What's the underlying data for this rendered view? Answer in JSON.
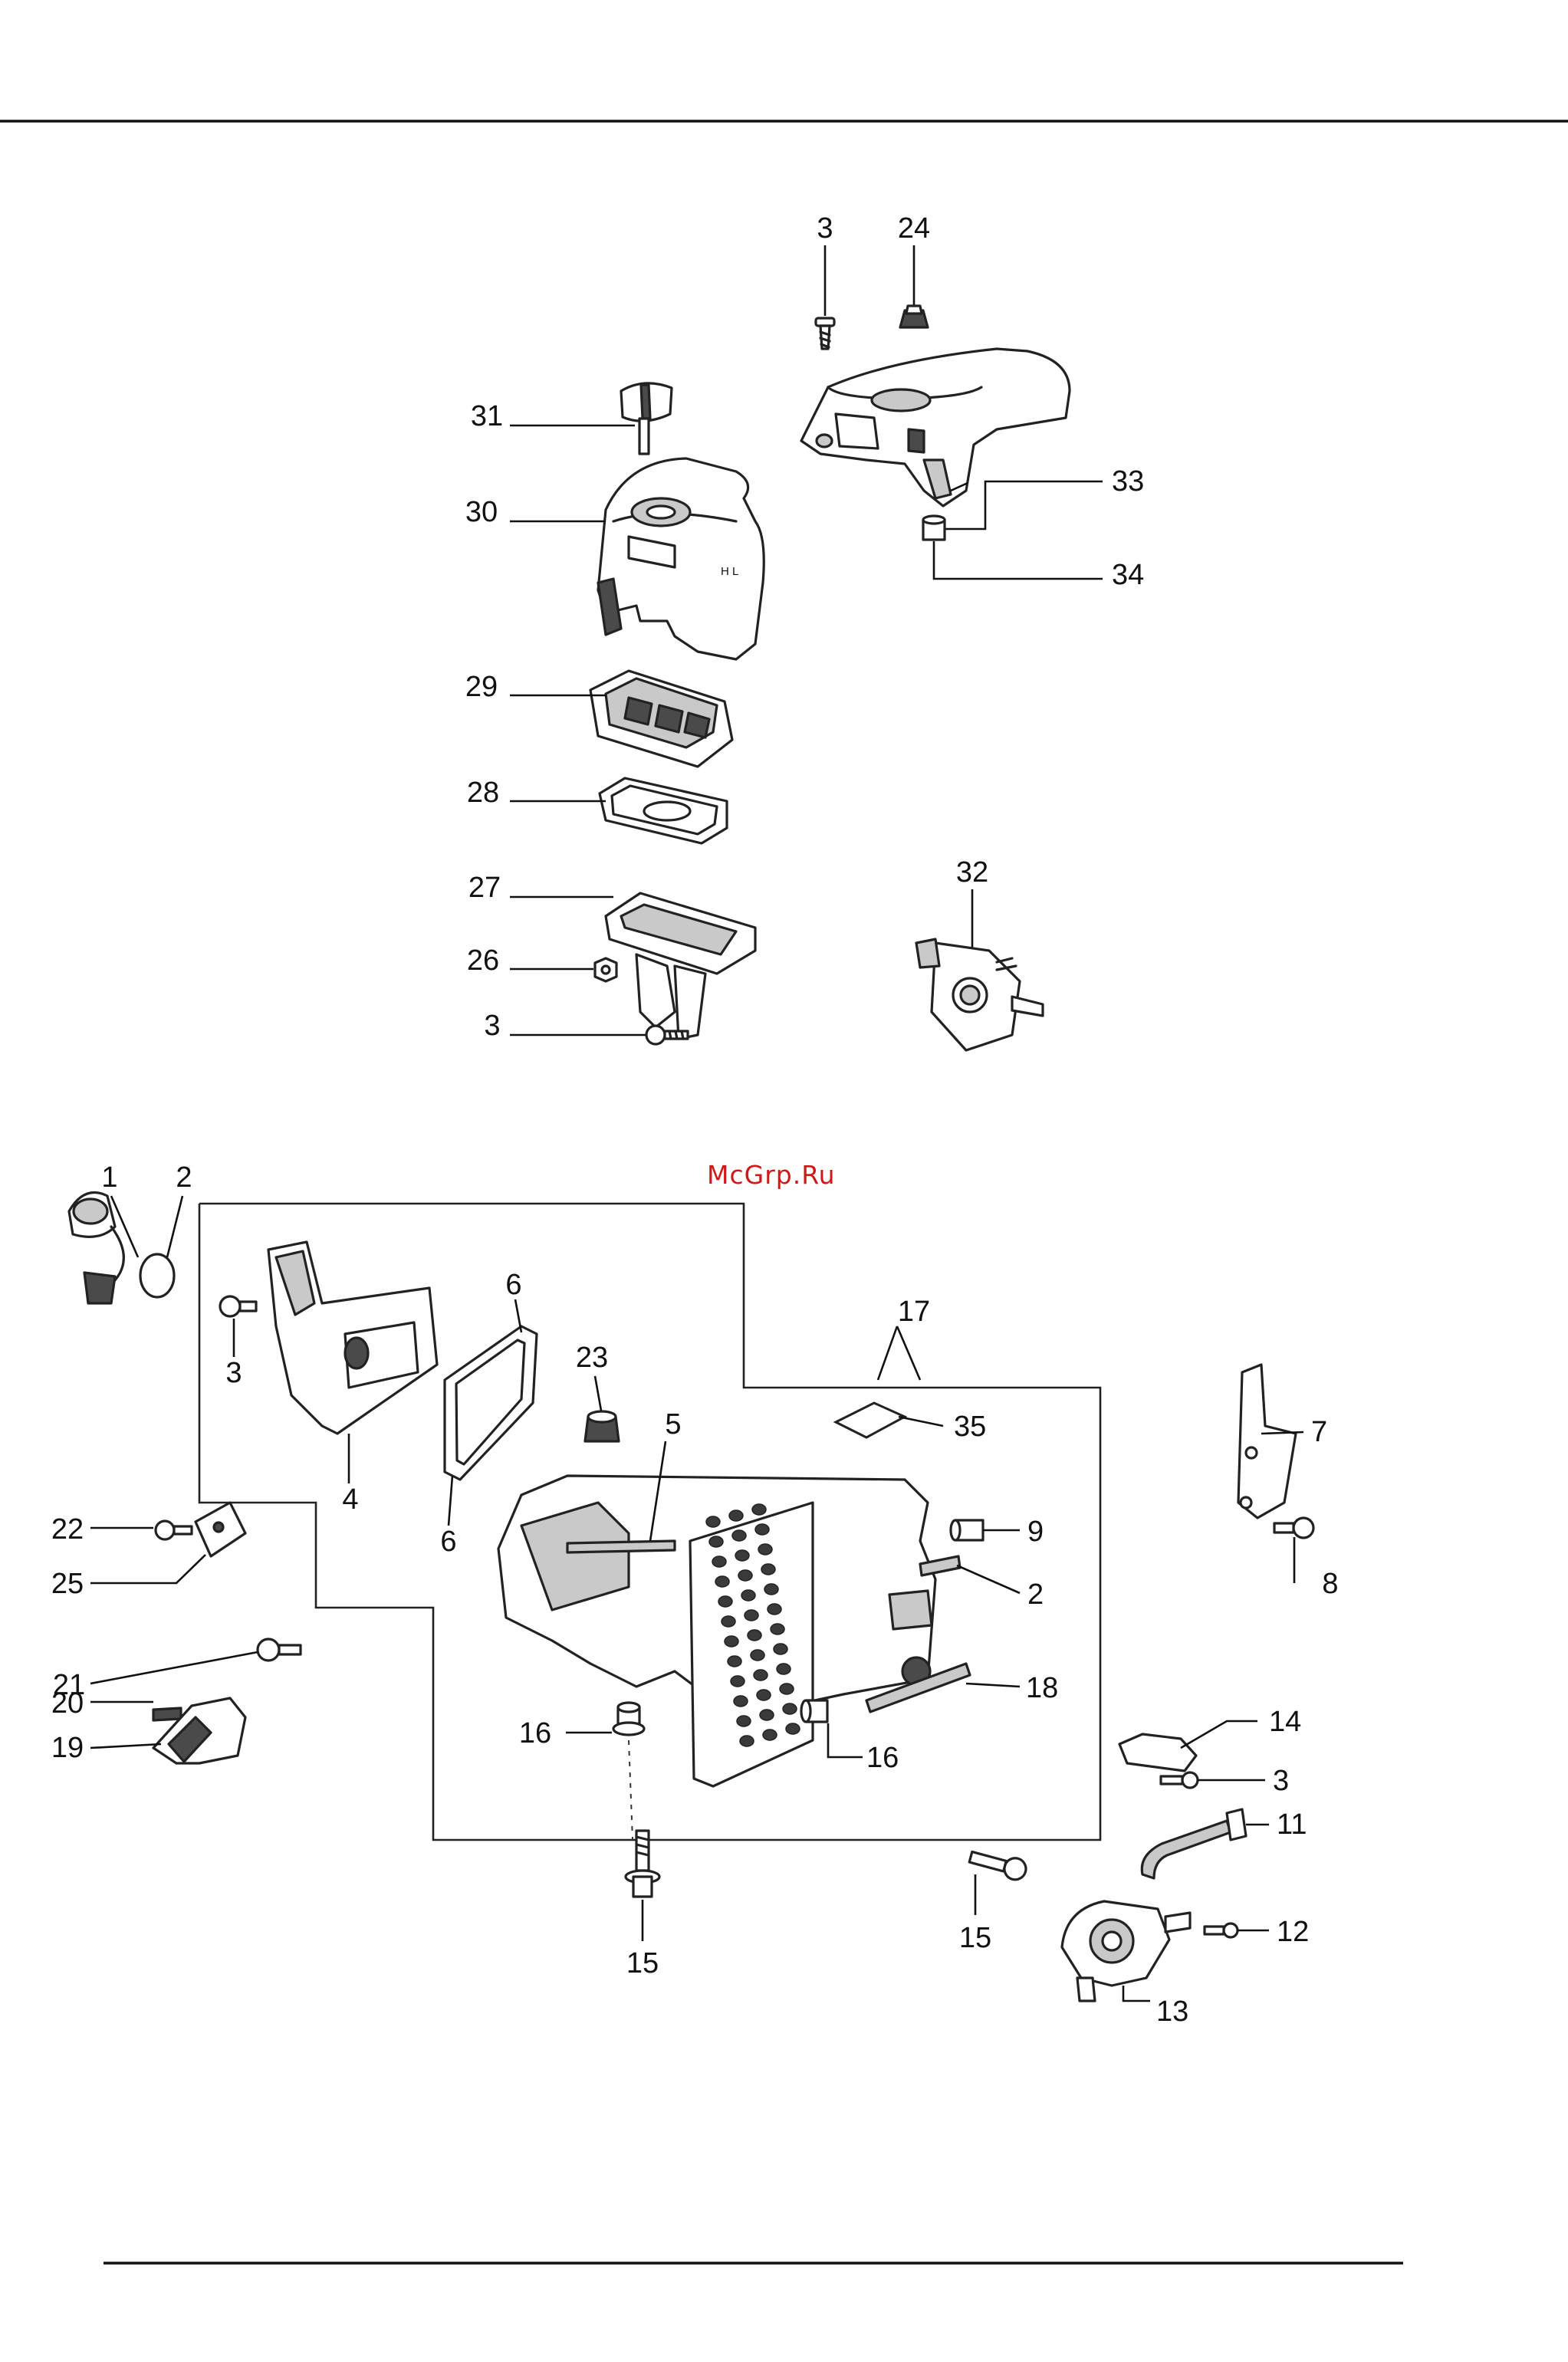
{
  "watermark": "McGrp.Ru",
  "callouts": {
    "c3a": "3",
    "c24": "24",
    "c31": "31",
    "c30": "30",
    "c33": "33",
    "c34": "34",
    "c29": "29",
    "c28": "28",
    "c27": "27",
    "c26": "26",
    "c3b": "3",
    "c32": "32",
    "c1": "1",
    "c2a": "2",
    "c3c": "3",
    "c6a": "6",
    "c23": "23",
    "c17": "17",
    "c4": "4",
    "c6b": "6",
    "c5": "5",
    "c35": "35",
    "c7": "7",
    "c22": "22",
    "c25": "25",
    "c9": "9",
    "c8": "8",
    "c2b": "2",
    "c21": "21",
    "c18": "18",
    "c20": "20",
    "c19": "19",
    "c16a": "16",
    "c16b": "16",
    "c14": "14",
    "c3d": "3",
    "c11": "11",
    "c15a": "15",
    "c15b": "15",
    "c12": "12",
    "c13": "13"
  },
  "marking": "H L"
}
